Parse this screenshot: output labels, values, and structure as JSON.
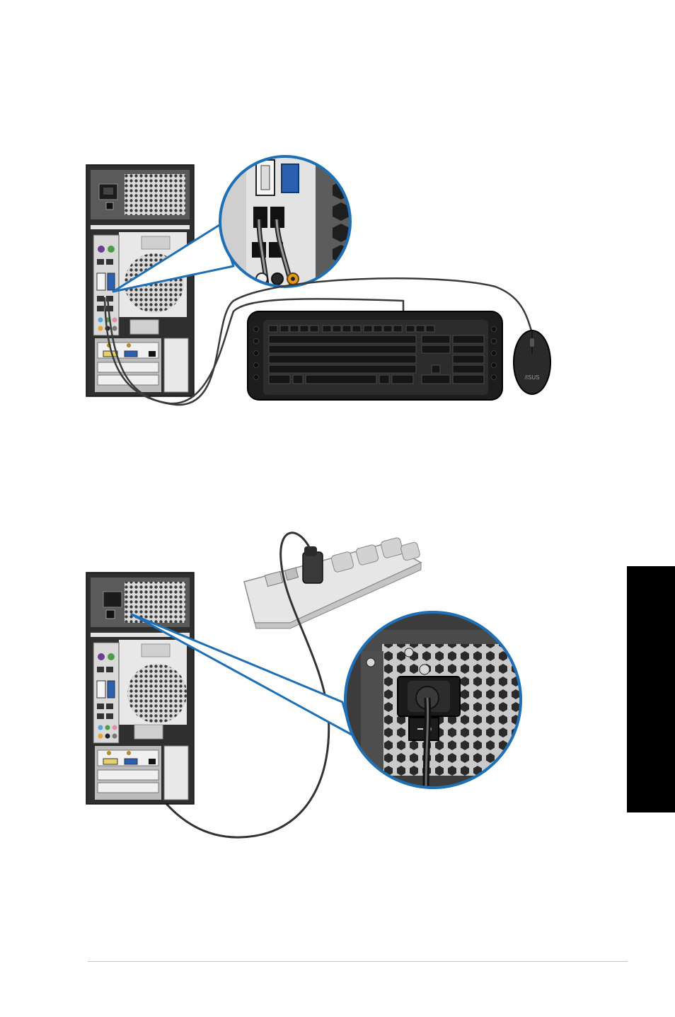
{
  "figures": [
    {
      "id": "keyboard-mouse-connection"
    },
    {
      "id": "power-cord-connection"
    }
  ],
  "icons": {
    "keyboard": "keyboard-icon",
    "mouse": "mouse-icon",
    "tower": "desktop-tower-icon",
    "power_strip": "power-strip-icon",
    "power_socket": "power-socket-icon"
  },
  "mouse_brand": "/ISUS",
  "colors": {
    "callout_blue": "#1f6fb5",
    "tab_black": "#000000",
    "vga_blue": "#2b5fb0",
    "rule": "#c8c8c8"
  }
}
